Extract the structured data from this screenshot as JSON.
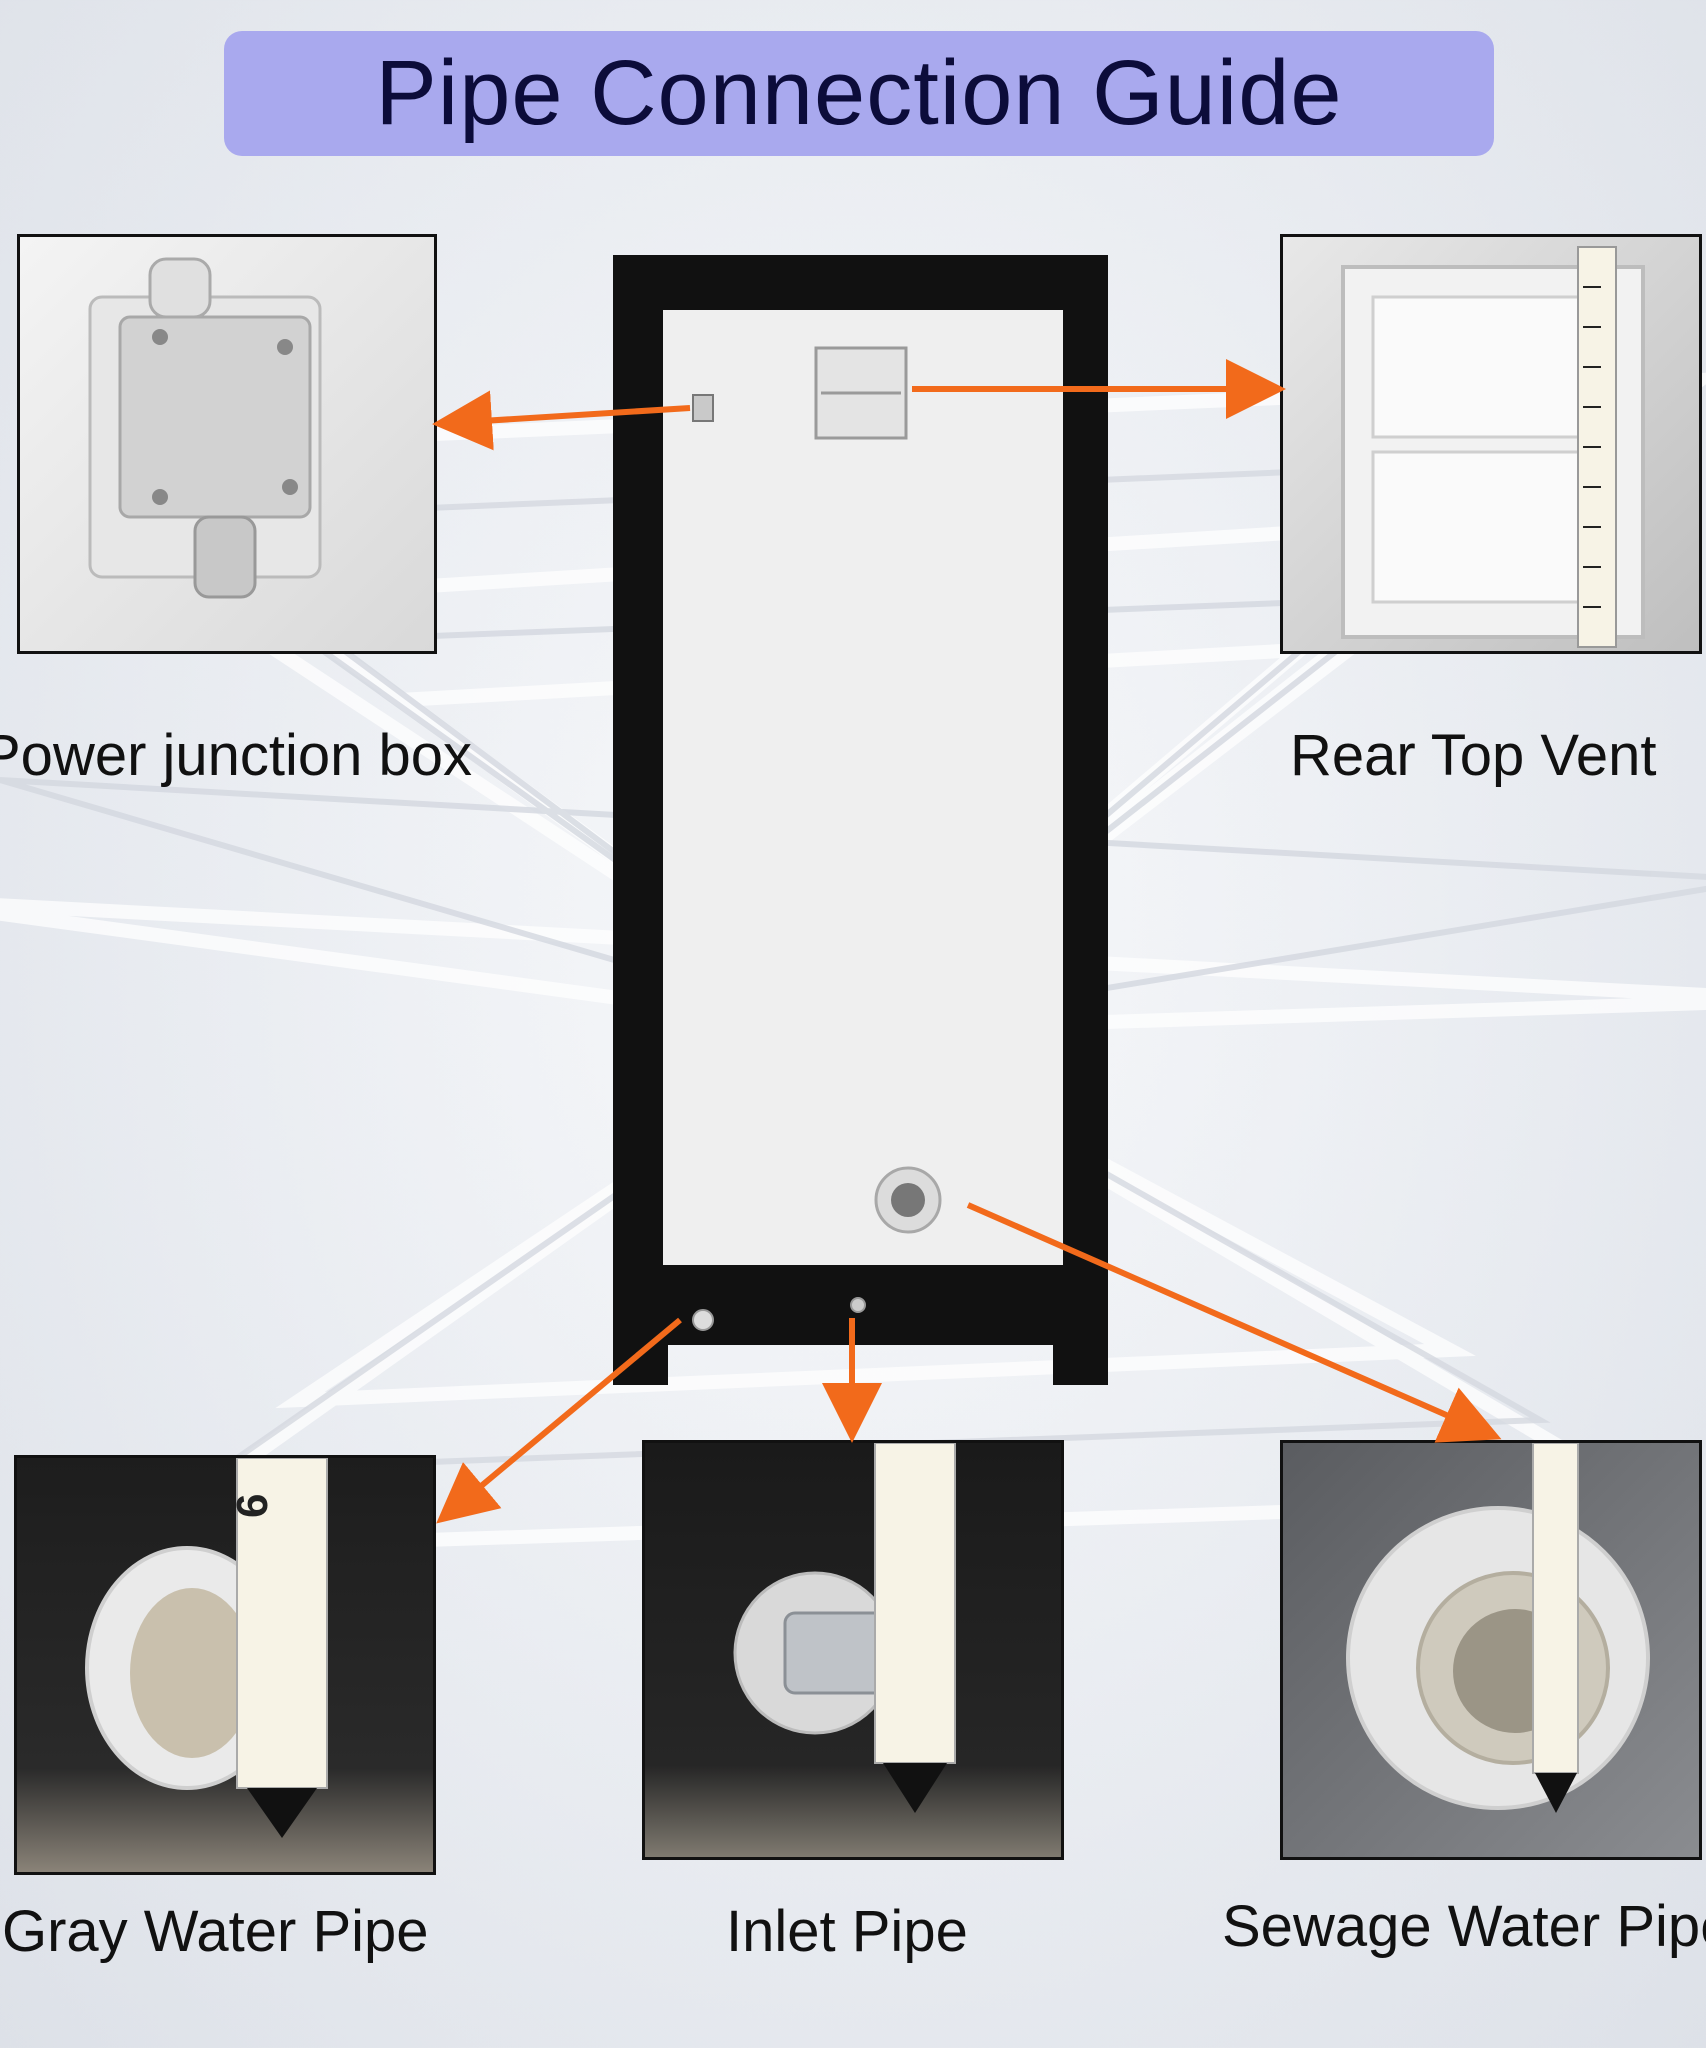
{
  "title": "Pipe Connection Guide",
  "colors": {
    "title_bg": "#a9a9ee",
    "title_text": "#0c0c3a",
    "arrow": "#f26a1b",
    "frame": "#111111",
    "panel": "#efefef"
  },
  "components": [
    {
      "id": "power",
      "label": "Power junction box",
      "icon": "junction-box-photo"
    },
    {
      "id": "vent",
      "label": "Rear Top Vent",
      "icon": "vent-photo"
    },
    {
      "id": "gray",
      "label": "Gray Water Pipe",
      "icon": "gray-pipe-photo"
    },
    {
      "id": "inlet",
      "label": "Inlet Pipe",
      "icon": "inlet-pipe-photo"
    },
    {
      "id": "sewage",
      "label": "Sewage Water Pipe",
      "icon": "sewage-pipe-photo"
    }
  ]
}
